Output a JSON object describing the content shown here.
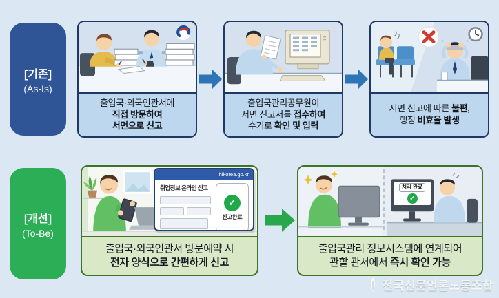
{
  "as_is": {
    "label": {
      "title": "[기존]",
      "subtitle": "(As-Is)"
    },
    "cards": [
      {
        "caption": [
          {
            "pre": "출입국·외국인관서에",
            "em": ""
          },
          {
            "pre": "",
            "em": "직접 방문하여"
          },
          {
            "pre": "",
            "em": "서면으로 신고"
          }
        ]
      },
      {
        "caption": [
          {
            "pre": "출입국관리공무원이",
            "em": ""
          },
          {
            "pre": "서면 신고서를 ",
            "em": "접수하여"
          },
          {
            "pre": "수기로 ",
            "em": "확인 및 입력"
          }
        ]
      },
      {
        "caption": [
          {
            "pre": "서면 신고에 따른 ",
            "em": "불편,"
          },
          {
            "pre": "행정 ",
            "em": "비효율 발생"
          }
        ]
      }
    ]
  },
  "to_be": {
    "label": {
      "title": "[개선]",
      "subtitle": "(To-Be)"
    },
    "cards": [
      {
        "caption": [
          {
            "pre": "출입국·외국인관서 방문예약 시",
            "em": ""
          },
          {
            "pre": "",
            "em": "전자 양식으로 간편하게 신고"
          }
        ],
        "popup": {
          "url": "hikorea.go.kr",
          "title": "취업정보 온라인 신고",
          "status": "신고완료",
          "check": "✓"
        }
      },
      {
        "caption": [
          {
            "pre": "출입국관리 정보시스템에 연계되어",
            "em": ""
          },
          {
            "pre": "관할 관서에서 ",
            "em": "즉시 확인 가능"
          }
        ],
        "monitor": {
          "status": "처리 완료",
          "check": "✓"
        }
      }
    ]
  },
  "watermark": {
    "text": "전국신문언론노동조합"
  },
  "colors": {
    "background": "#dce7f4",
    "as_is_label_bg": "#2f5597",
    "to_be_label_bg": "#2bae55",
    "flow_arrow_blue": "#2e75b6",
    "flow_arrow_green": "#28a74d",
    "success_green": "#21a84a",
    "error_red": "#d23b2f",
    "card_border_blue": "#1f3864",
    "card_border_green": "#41722a"
  }
}
